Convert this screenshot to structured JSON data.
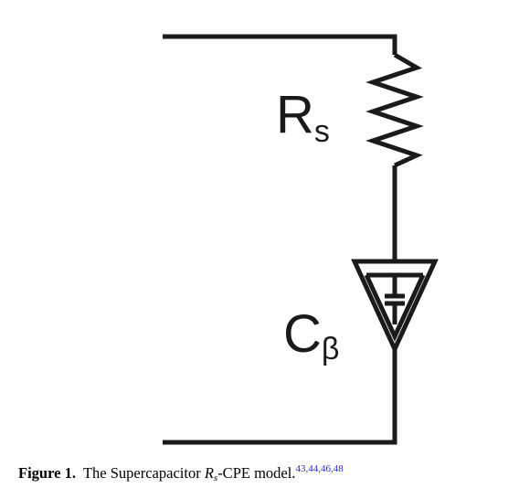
{
  "diagram": {
    "resistor": {
      "symbol": "R",
      "subscript": "s"
    },
    "capacitor": {
      "symbol": "C",
      "subscript": "β"
    }
  },
  "caption": {
    "figure_label": "Figure 1.",
    "text_before": "The Supercapacitor",
    "variable_symbol": "R",
    "variable_subscript": "s",
    "text_after": "-CPE model.",
    "references": "43,44,46,48"
  }
}
